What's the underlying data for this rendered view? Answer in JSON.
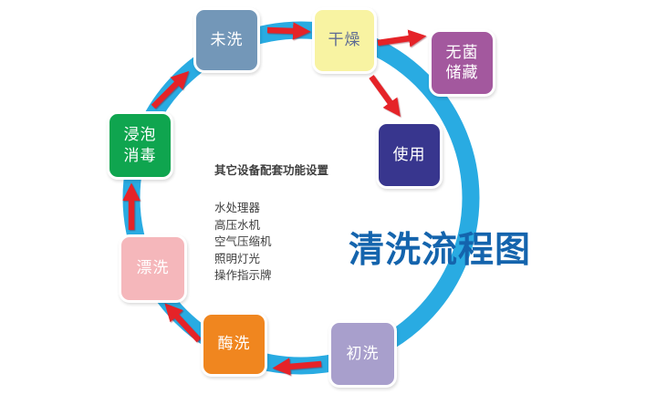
{
  "title": {
    "text": "清洗流程图",
    "color": "#1464ad"
  },
  "center_panel": {
    "heading": "其它设备配套功能设置",
    "items": [
      "水处理器",
      "高压水机",
      "空气压缩机",
      "照明灯光",
      "操作指示牌"
    ],
    "text_color": "#3e3e3e"
  },
  "cycle": {
    "ring_color": "#29abe2",
    "arrow_color": "#e52328",
    "steps": [
      {
        "id": "weixi",
        "label": "未洗",
        "color": "#7397b8",
        "text_color": "#ffffff"
      },
      {
        "id": "ganzao",
        "label": "干燥",
        "color": "#f8f3a2",
        "text_color": "#5f6c94"
      },
      {
        "id": "wujin",
        "label": "无菌\n储藏",
        "color": "#a3589e",
        "text_color": "#ffffff"
      },
      {
        "id": "shiyong",
        "label": "使用",
        "color": "#38368e",
        "text_color": "#ffffff"
      },
      {
        "id": "chuxi",
        "label": "初洗",
        "color": "#a89fcc",
        "text_color": "#ffffff"
      },
      {
        "id": "meixi",
        "label": "酶洗",
        "color": "#f0861f",
        "text_color": "#ffffff"
      },
      {
        "id": "piaoxi",
        "label": "漂洗",
        "color": "#f5b7bb",
        "text_color": "#ffffff"
      },
      {
        "id": "jinpao",
        "label": "浸泡\n消毒",
        "color": "#0fa54f",
        "text_color": "#ffffff"
      }
    ]
  }
}
